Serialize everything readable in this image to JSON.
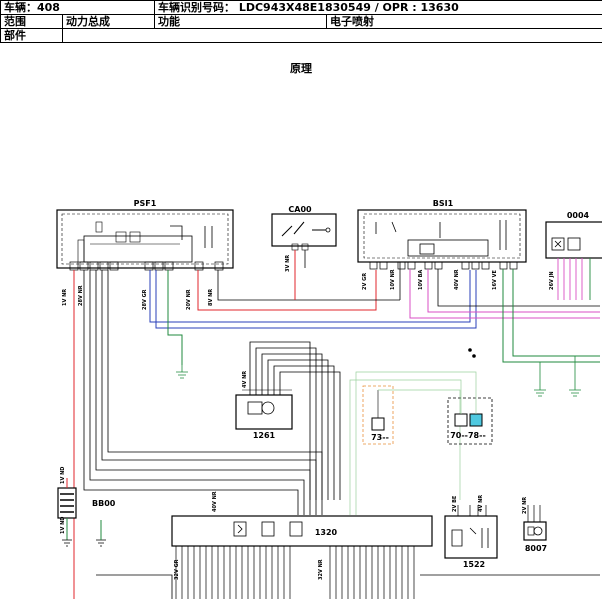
{
  "header": {
    "vehicle": "车辆：408",
    "vin": "车辆识别号码： LDC943X48E1830549 / OPR : 13630",
    "scope_label": "范围",
    "scope_value": "动力总成",
    "function_label": "功能",
    "function_value": "电子喷射",
    "part_label": "部件"
  },
  "section_title": "原理",
  "components": {
    "psf1": "PSF1",
    "ca00": "CA00",
    "bsi1": "BSI1",
    "c0004": "0004",
    "c1261": "1261",
    "c73": "73--",
    "c7078": "70--78--",
    "bb00": "BB00",
    "c1320": "1320",
    "c1522": "1522",
    "c8007": "8007"
  },
  "connector_labels": {
    "psf1_1v": "1V NR",
    "psf1_28v": "28V NR",
    "psf1_28v_gr": "28V GR",
    "psf1_20v": "20V NR",
    "psf1_8v": "8V NR",
    "ca00_3v": "3V NR",
    "bsi1_2v": "2V GR",
    "bsi1_10v": "10V NR",
    "bsi1_10v_ba": "10V BA",
    "bsi1_40v": "40V NR",
    "bsi1_16v": "16V VE",
    "c0004_26v": "26V JN",
    "c1261_4v": "4V NR",
    "bb00_1v_nr": "1V ND",
    "bb00_1v_bot": "1V ND",
    "c1320_40v": "40V NR",
    "c1320_32v_gr": "32V GR",
    "c1320_32v_nr": "32V NR",
    "c1522_2v": "2V BE",
    "c1522_4v": "4V NR",
    "c8007_2v": "2V NR"
  },
  "colors": {
    "red": "#e0262b",
    "blue": "#2a3fb8",
    "green": "#1f8a3c",
    "pink": "#d94fc4",
    "orange": "#e8903a",
    "cyan": "#4fc9e0",
    "grey": "#888888"
  }
}
